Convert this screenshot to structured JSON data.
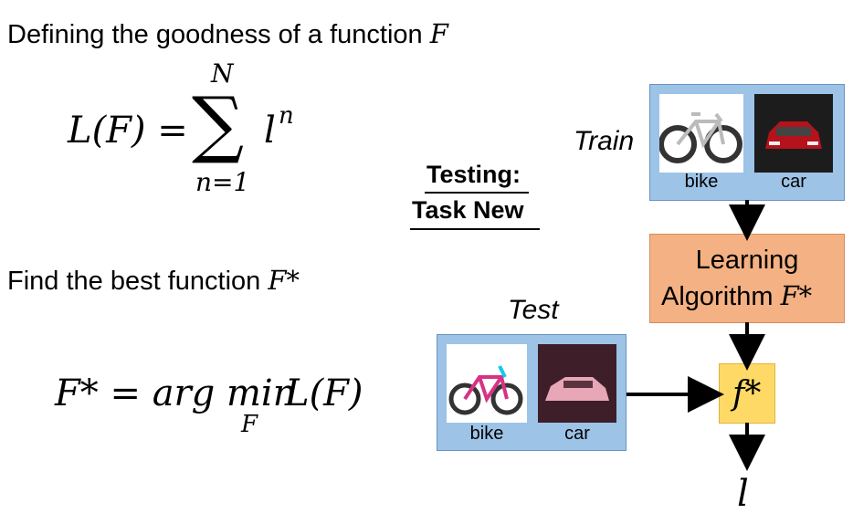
{
  "left": {
    "heading1": "Defining the goodness of a function",
    "heading1_var": "F",
    "loss_lhs": "L(F) =",
    "sum_sign": "∑",
    "sum_upper": "N",
    "sum_lower": "n=1",
    "sum_term": "l",
    "sum_term_sup": "n",
    "heading2": "Find the best function",
    "heading2_var": "F*",
    "argmin_lhs": "F* = arg min",
    "argmin_sub": "F",
    "argmin_rhs": "L(F)"
  },
  "testing": {
    "line1": "Testing:",
    "line2": "Task New"
  },
  "train": {
    "label": "Train",
    "items": [
      {
        "caption": "bike",
        "icon": "mountain-bike-image"
      },
      {
        "caption": "car",
        "icon": "red-car-image"
      }
    ]
  },
  "algorithm": {
    "line1": "Learning",
    "line2": "Algorithm",
    "var": "F*"
  },
  "test": {
    "label": "Test",
    "items": [
      {
        "caption": "bike",
        "icon": "kids-bike-image"
      },
      {
        "caption": "car",
        "icon": "pink-car-image"
      }
    ]
  },
  "fstar": {
    "label": "f*"
  },
  "output": {
    "label": "l"
  },
  "colors": {
    "data_box": "#9dc3e6",
    "algorithm_box": "#f4b183",
    "function_box": "#ffd966"
  }
}
